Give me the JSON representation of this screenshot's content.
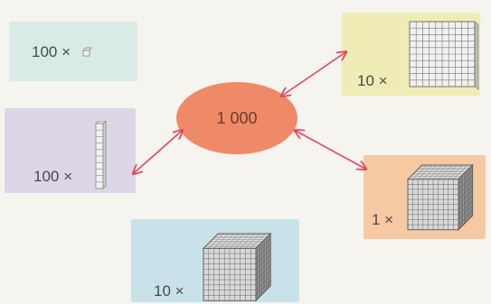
{
  "center": {
    "label": "1 000",
    "color": "#ef8a68"
  },
  "cards": {
    "cube": {
      "label": "100 ×",
      "color": "#d8ebe6"
    },
    "rod": {
      "label": "100 ×",
      "color": "#ddd6e6"
    },
    "flat": {
      "label": "10 ×",
      "color": "#efedb5"
    },
    "bigcube_1": {
      "label": "1 ×",
      "color": "#f5c9a2"
    },
    "bigcube_10": {
      "label": "10 ×",
      "color": "#c9e2ea"
    }
  },
  "icons": {
    "small_cube": "unit-cube-icon",
    "rod": "ten-rod-icon",
    "flat": "hundred-flat-icon",
    "big_cube": "thousand-cube-icon"
  },
  "arrow_color": "#e0485e"
}
